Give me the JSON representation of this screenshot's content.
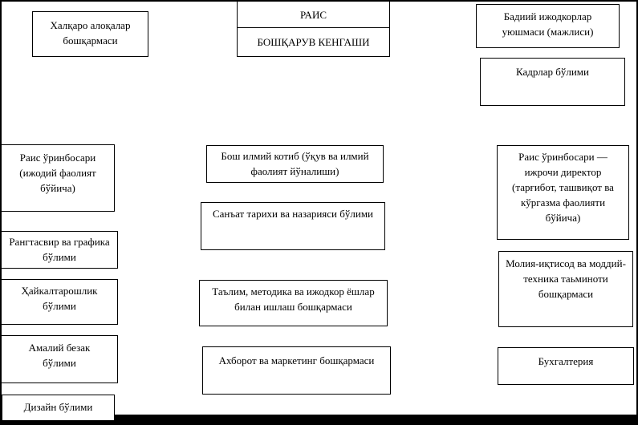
{
  "diagram": {
    "type": "org-chart",
    "title_box": {
      "top": "РАИС",
      "bottom": "БОШҚАРУВ КЕНГАШИ"
    },
    "nodes": {
      "intl_relations": "Халқаро алоқалар\nбошқармаси",
      "creative_union": "Бадиий ижодкорлар\nуюшмаси (мажлиси)",
      "hr_dept": "Кадрлар бўлими",
      "deputy_creative": "Раис ўринбосари\n(ижодий фаолият\nбўйича)",
      "chief_scientific_secretary": "Бош илмий котиб (ўқув ва илмий\nфаолият йўналиши)",
      "deputy_executive_director": "Раис ўринбосари —\nижрочи директор\n(тарғибот, ташвиқот ва\nкўргазма фаолияти\nбўйича)",
      "art_history_theory": "Санъат тарихи ва назарияси бўлими",
      "painting_graphics": "Рангтасвир ва графика\nбўлими",
      "finance_economy": "Молия-иқтисод ва моддий-\nтехника таьминоти\nбошқармаси",
      "sculpture": "Ҳайкалтарошлик\nбўлими",
      "education_methodics": "Таълим, методика ва ижодкор ёшлар\nбилан ишлаш бошқармаси",
      "applied_decor": "Амалий безак\nбўлими",
      "info_marketing": "Ахборот ва маркетинг бошқармаси",
      "accounting": "Бухгалтерия",
      "design": "Дизайн бўлими"
    },
    "colors": {
      "background": "#ffffff",
      "box_fill": "#ffffff",
      "box_border": "#000000",
      "text": "#000000",
      "frame": "#000000",
      "bottom_bar": "#000000"
    }
  }
}
